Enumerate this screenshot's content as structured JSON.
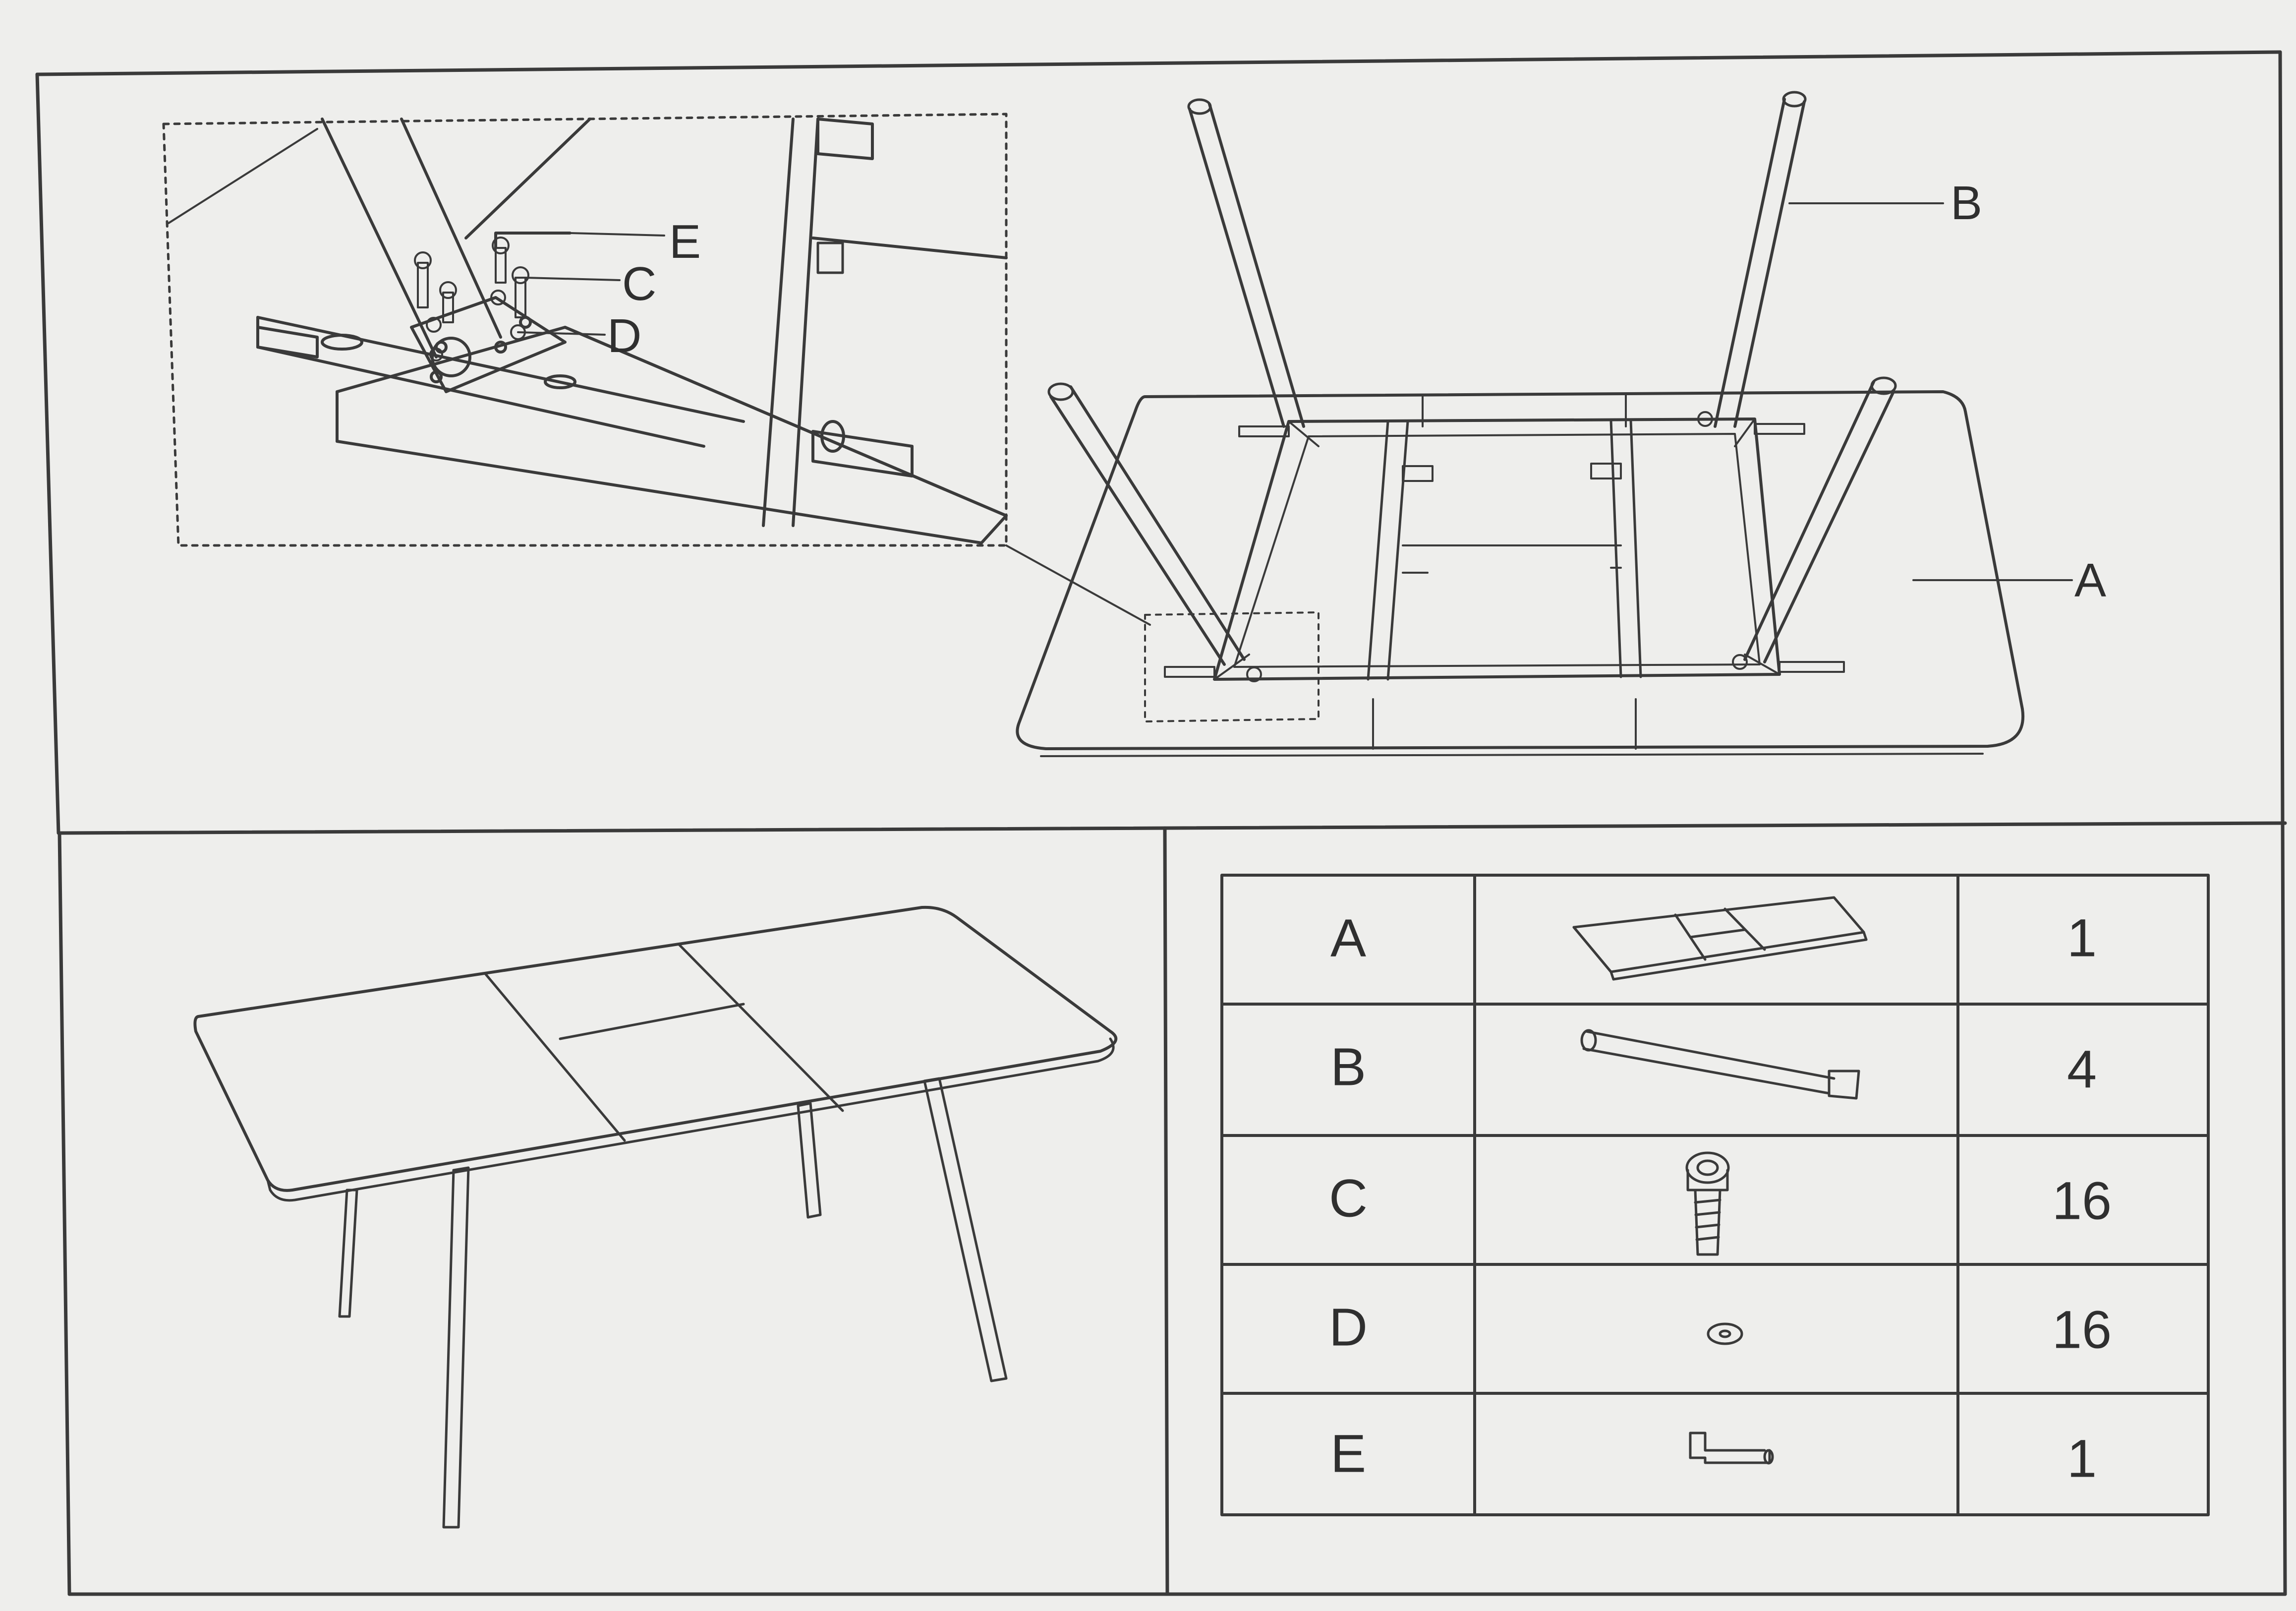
{
  "callouts": {
    "a": "A",
    "b": "B",
    "c": "C",
    "d": "D",
    "e": "E"
  },
  "parts_table": {
    "rows": [
      {
        "letter": "A",
        "part": "table-top",
        "quantity": "1"
      },
      {
        "letter": "B",
        "part": "leg",
        "quantity": "4"
      },
      {
        "letter": "C",
        "part": "bolt",
        "quantity": "16"
      },
      {
        "letter": "D",
        "part": "washer",
        "quantity": "16"
      },
      {
        "letter": "E",
        "part": "allen-key",
        "quantity": "1"
      }
    ]
  },
  "colors": {
    "paper": "#eeeeec",
    "ink": "#3a3a3a"
  }
}
